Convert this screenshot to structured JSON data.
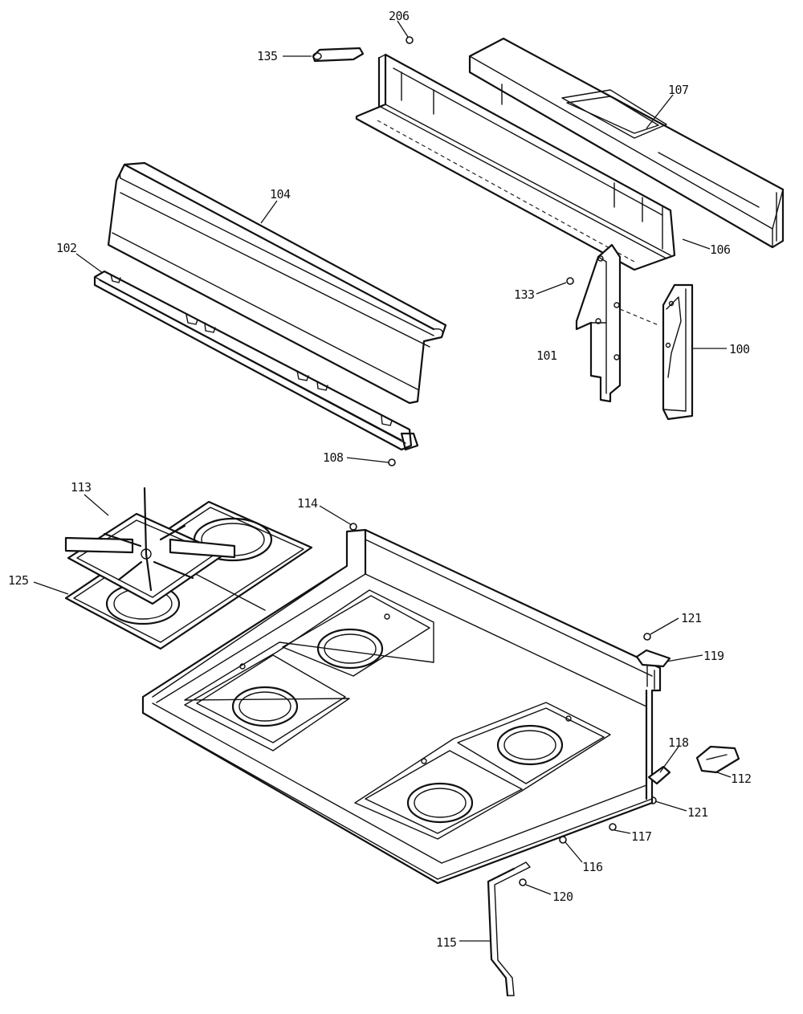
{
  "callouts": [
    {
      "id": "c206",
      "text": "206"
    },
    {
      "id": "c135",
      "text": "135"
    },
    {
      "id": "c107",
      "text": "107"
    },
    {
      "id": "c104",
      "text": "104"
    },
    {
      "id": "c102",
      "text": "102"
    },
    {
      "id": "c106",
      "text": "106"
    },
    {
      "id": "c133",
      "text": "133"
    },
    {
      "id": "c101",
      "text": "101"
    },
    {
      "id": "c100",
      "text": "100"
    },
    {
      "id": "c108",
      "text": "108"
    },
    {
      "id": "c113",
      "text": "113"
    },
    {
      "id": "c114",
      "text": "114"
    },
    {
      "id": "c125",
      "text": "125"
    },
    {
      "id": "c121a",
      "text": "121"
    },
    {
      "id": "c119",
      "text": "119"
    },
    {
      "id": "c118",
      "text": "118"
    },
    {
      "id": "c112",
      "text": "112"
    },
    {
      "id": "c121b",
      "text": "121"
    },
    {
      "id": "c117",
      "text": "117"
    },
    {
      "id": "c116",
      "text": "116"
    },
    {
      "id": "c120",
      "text": "120"
    },
    {
      "id": "c115",
      "text": "115"
    }
  ]
}
